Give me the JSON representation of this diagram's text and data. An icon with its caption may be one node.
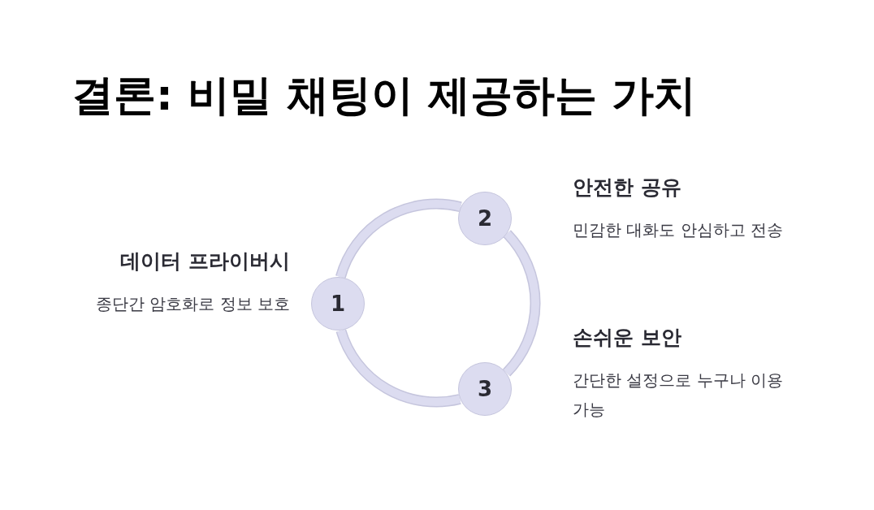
{
  "diagram": {
    "title": "결론: 비밀 채팅이 제공하는 가치",
    "nodes": [
      {
        "text": [
          "1"
        ],
        "beside": [
          "데이터 프라이버시",
          "종단간 암호화로 정보 보호"
        ]
      },
      {
        "text": [
          "2"
        ],
        "beside": [
          "안전한 공유",
          "민감한 대화도 안심하고 전송"
        ]
      },
      {
        "text": [
          "3"
        ],
        "beside": [
          "손쉬운 보안",
          "간단한 설정으로 누구나 이용 가능"
        ]
      }
    ],
    "edges": [
      {
        "from": 0,
        "to": 1,
        "arrow": "none"
      },
      {
        "from": 1,
        "to": 2,
        "arrow": "none"
      },
      {
        "from": 2,
        "to": 0,
        "arrow": "none"
      }
    ]
  }
}
